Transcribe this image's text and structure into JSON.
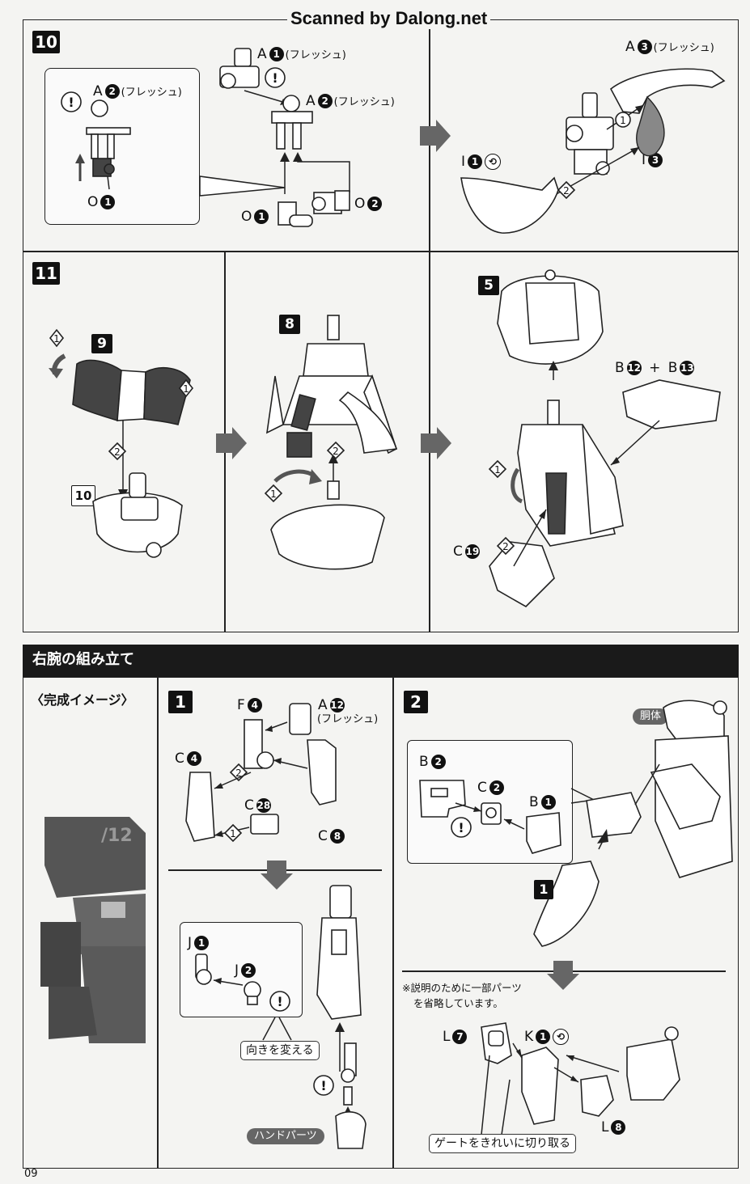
{
  "watermark": "Scanned by Dalong.net",
  "page_number": "09",
  "steps_top": {
    "step10": {
      "number": "10",
      "labels": {
        "a1": "A",
        "a1_num": "1",
        "a1_note": "(フレッシュ)",
        "a2": "A",
        "a2_num": "2",
        "a2_note": "(フレッシュ)",
        "a2_inset": "A",
        "a2_inset_num": "2",
        "a2_inset_note": "(フレッシュ)",
        "o1": "O",
        "o1_num": "1",
        "o1_inset": "O",
        "o1_inset_num": "1",
        "o2": "O",
        "o2_num": "2",
        "a3": "A",
        "a3_num": "3",
        "a3_note": "(フレッシュ)",
        "i1": "I",
        "i1_num": "1",
        "i3": "I",
        "i3_num": "3",
        "seq1": "1",
        "seq2": "2"
      }
    },
    "step11": {
      "number": "11",
      "sub9": "9",
      "sub10": "10",
      "sub8": "8",
      "sub5": "5",
      "labels": {
        "b12": "B",
        "b12_num": "12",
        "plus": "+",
        "b13": "B",
        "b13_num": "13",
        "c19": "C",
        "c19_num": "19",
        "seq1": "1",
        "seq2": "2"
      }
    }
  },
  "section_right_arm": {
    "title": "右腕の組み立て",
    "completion_label": "〈完成イメージ〉",
    "step1": {
      "number": "1",
      "labels": {
        "f4": "F",
        "f4_num": "4",
        "a12": "A",
        "a12_num": "12",
        "a12_note": "(フレッシュ)",
        "c4": "C",
        "c4_num": "4",
        "c28": "C",
        "c28_num": "28",
        "c8": "C",
        "c8_num": "8",
        "j1": "J",
        "j1_num": "1",
        "j2": "J",
        "j2_num": "2",
        "seq1": "1",
        "seq2": "2"
      },
      "callout_turn": "向きを変える",
      "pill_hand": "ハンドパーツ"
    },
    "step2": {
      "number": "2",
      "sub1": "1",
      "pill_body": "胴体",
      "labels": {
        "b2": "B",
        "b2_num": "2",
        "c2": "C",
        "c2_num": "2",
        "b1": "B",
        "b1_num": "1",
        "l7": "L",
        "l7_num": "7",
        "k1": "K",
        "k1_num": "1",
        "l8": "L",
        "l8_num": "8"
      },
      "note_line1": "※説明のために一部パーツ",
      "note_line2": "を省略しています。",
      "callout_gate": "ゲートをきれいに切り取る"
    }
  },
  "colors": {
    "ink": "#111111",
    "paper": "#f4f4f2",
    "header_band": "#1a1a1a",
    "gray_part": "#444444"
  }
}
